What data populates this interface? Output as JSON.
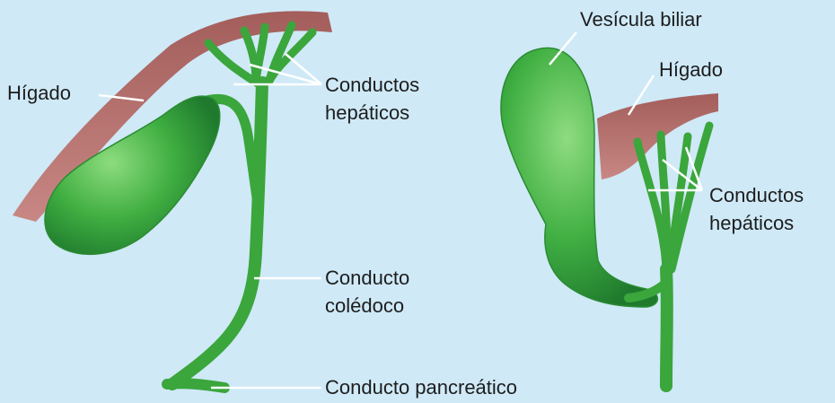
{
  "figure": {
    "colors": {
      "background": "#cfe9f7",
      "liver": "#b56f6c",
      "organ_green": "#3fae41",
      "organ_dark": "#1f7a2d",
      "leader_line": "#ffffff",
      "text": "#1d1d1d"
    },
    "left_panel": {
      "liver_label": "Hígado",
      "hepatic_ducts_label": [
        "Conductos",
        "hepáticos"
      ],
      "common_bile_duct_label": [
        "Conducto",
        "colédoco"
      ],
      "pancreatic_duct_label": "Conducto pancreático"
    },
    "right_panel": {
      "gallbladder_label": "Vesícula biliar",
      "liver_label": "Hígado",
      "hepatic_ducts_label": [
        "Conductos",
        "hepáticos"
      ]
    }
  }
}
